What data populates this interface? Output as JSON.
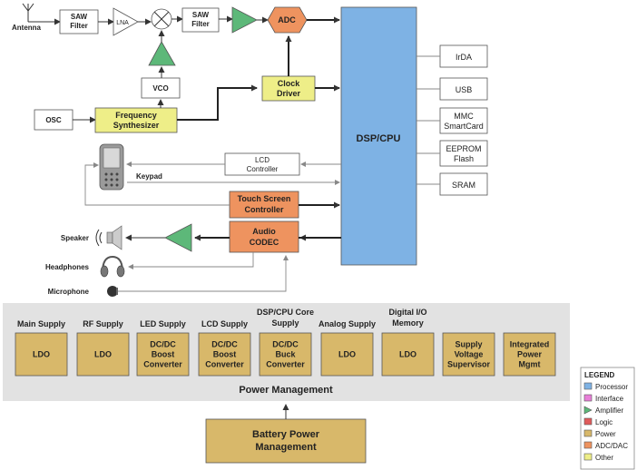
{
  "colors": {
    "processor": "#7EB2E4",
    "interface": "#E87FD8",
    "amplifier": "#5DB879",
    "logic": "#E05B5B",
    "power": "#D8B86A",
    "adc_dac": "#EE935F",
    "other": "#EEEE88",
    "panel": "#E2E2E2"
  },
  "rf": {
    "antenna": "Antenna",
    "saw1": [
      "SAW",
      "Filter"
    ],
    "lna": "LNA",
    "saw2": [
      "SAW",
      "Filter"
    ],
    "adc": "ADC",
    "vco": "VCO",
    "osc": "OSC",
    "freq_synth": [
      "Frequency",
      "Synthesizer"
    ],
    "clock_driver": [
      "Clock",
      "Driver"
    ]
  },
  "dsp": "DSP/CPU",
  "peripherals": {
    "irda": "IrDA",
    "usb": "USB",
    "mmc": [
      "MMC",
      "SmartCard"
    ],
    "eeprom": [
      "EEPROM",
      "Flash"
    ],
    "sram": "SRAM"
  },
  "ui": {
    "lcd_controller": [
      "LCD",
      "Controller"
    ],
    "keypad": "Keypad",
    "touch_screen": [
      "Touch Screen",
      "Controller"
    ],
    "audio_codec": [
      "Audio",
      "CODEC"
    ],
    "speaker": "Speaker",
    "headphones": "Headphones",
    "microphone": "Microphone"
  },
  "power": {
    "title": "Power Management",
    "supplies": [
      {
        "label": [
          "Main Supply"
        ],
        "box": [
          "LDO"
        ]
      },
      {
        "label": [
          "RF Supply"
        ],
        "box": [
          "LDO"
        ]
      },
      {
        "label": [
          "LED Supply"
        ],
        "box": [
          "DC/DC",
          "Boost",
          "Converter"
        ]
      },
      {
        "label": [
          "LCD Supply"
        ],
        "box": [
          "DC/DC",
          "Boost",
          "Converter"
        ]
      },
      {
        "label": [
          "DSP/CPU Core",
          "Supply"
        ],
        "box": [
          "DC/DC",
          "Buck",
          "Converter"
        ]
      },
      {
        "label": [
          "Analog Supply"
        ],
        "box": [
          "LDO"
        ]
      },
      {
        "label": [
          "Digital I/O",
          "Memory"
        ],
        "box": [
          "LDO"
        ]
      },
      {
        "label": [
          ""
        ],
        "box": [
          "Supply",
          "Voltage",
          "Supervisor"
        ]
      },
      {
        "label": [
          ""
        ],
        "box": [
          "Integrated",
          "Power",
          "Mgmt"
        ]
      }
    ],
    "battery": [
      "Battery Power",
      "Management"
    ]
  },
  "legend": {
    "title": "LEGEND",
    "items": [
      {
        "label": "Processor",
        "color": "#7EB2E4",
        "shape": "square"
      },
      {
        "label": "Interface",
        "color": "#E87FD8",
        "shape": "square"
      },
      {
        "label": "Amplifier",
        "color": "#5DB879",
        "shape": "triangle"
      },
      {
        "label": "Logic",
        "color": "#E05B5B",
        "shape": "square"
      },
      {
        "label": "Power",
        "color": "#D8B86A",
        "shape": "square"
      },
      {
        "label": "ADC/DAC",
        "color": "#EE935F",
        "shape": "square"
      },
      {
        "label": "Other",
        "color": "#EEEE88",
        "shape": "square"
      }
    ]
  }
}
